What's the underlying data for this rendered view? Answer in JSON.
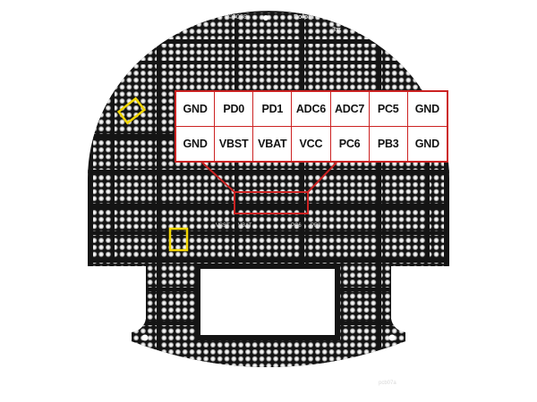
{
  "board": {
    "copyright": "©2008",
    "brand": "Pololu",
    "model": "3π",
    "pcb_code": "pcb07a",
    "pin_labels_small": [
      "VBST",
      "VBAT",
      "PC6",
      "PB3"
    ]
  },
  "callout": {
    "top_row": [
      "GND",
      "PD0",
      "PD1",
      "ADC6",
      "ADC7",
      "PC5",
      "GND"
    ],
    "bottom_row": [
      "GND",
      "VBST",
      "VBAT",
      "VCC",
      "PC6",
      "PB3",
      "GND"
    ]
  },
  "colors": {
    "board": "#141414",
    "hole": "#f4f4f4",
    "pad": "#bdbdbd",
    "callout_border": "#cc2222",
    "highlight": "#f2d600"
  }
}
